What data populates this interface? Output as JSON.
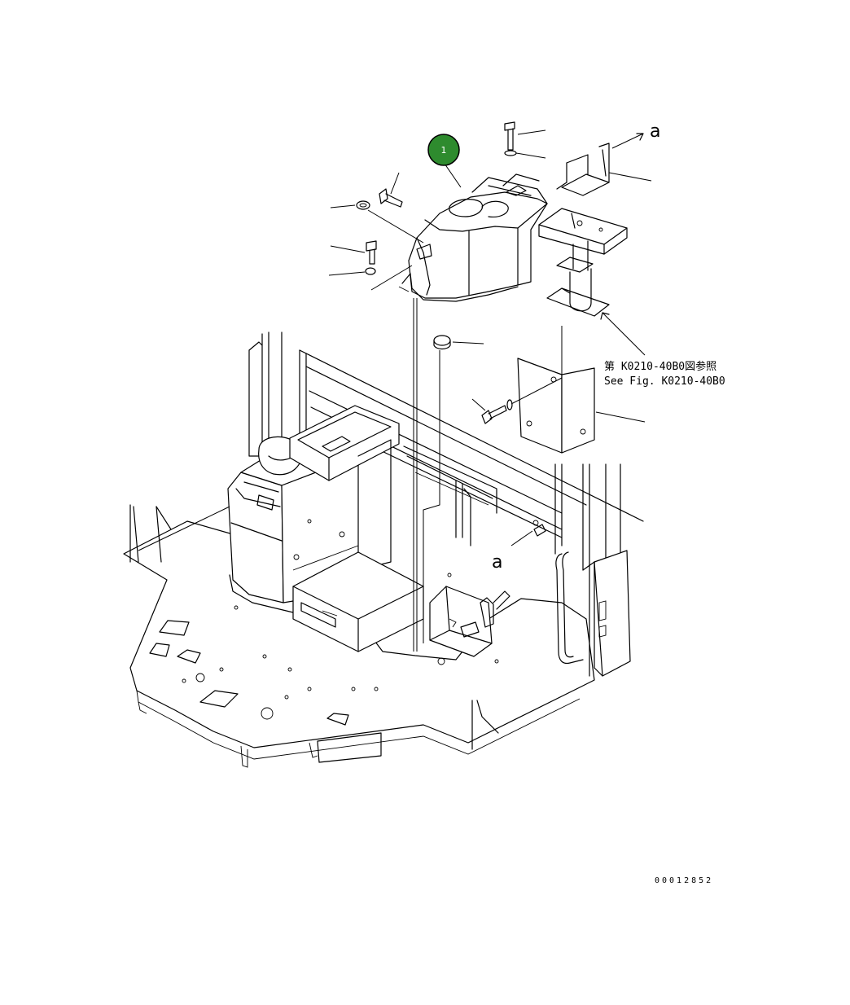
{
  "callouts": [
    {
      "number": "1",
      "color": "#2e8b2e"
    }
  ],
  "reference_letters": [
    "a",
    "a"
  ],
  "reference_note": {
    "line_jp": "第 K0210-40B0図参照",
    "line_en": "See Fig. K0210-40B0"
  },
  "document_number": "00012852"
}
